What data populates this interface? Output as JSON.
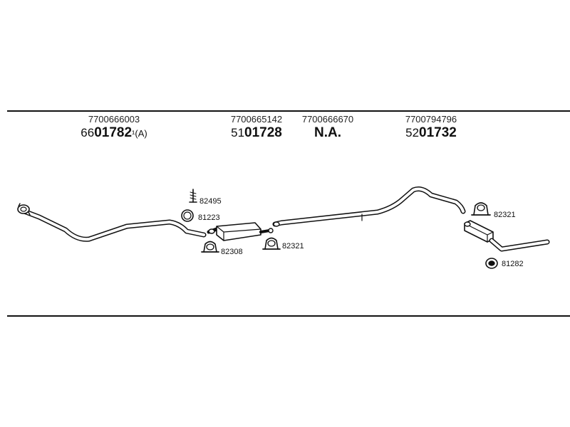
{
  "parts": [
    {
      "oe_number": "7700666003",
      "prefix": "66",
      "code": "01782",
      "suffix": "¹(A)"
    },
    {
      "oe_number": "7700665142",
      "prefix": "51",
      "code": "01728"
    },
    {
      "oe_number": "7700666670",
      "code": "N.A."
    },
    {
      "oe_number": "7700794796",
      "prefix": "52",
      "code": "01732"
    }
  ],
  "fittings": {
    "bolt_82495": "82495",
    "ring_81223": "81223",
    "clamp_82308": "82308",
    "clamp_82321_middle": "82321",
    "clamp_82321_rear": "82321",
    "ring_81282": "81282"
  }
}
